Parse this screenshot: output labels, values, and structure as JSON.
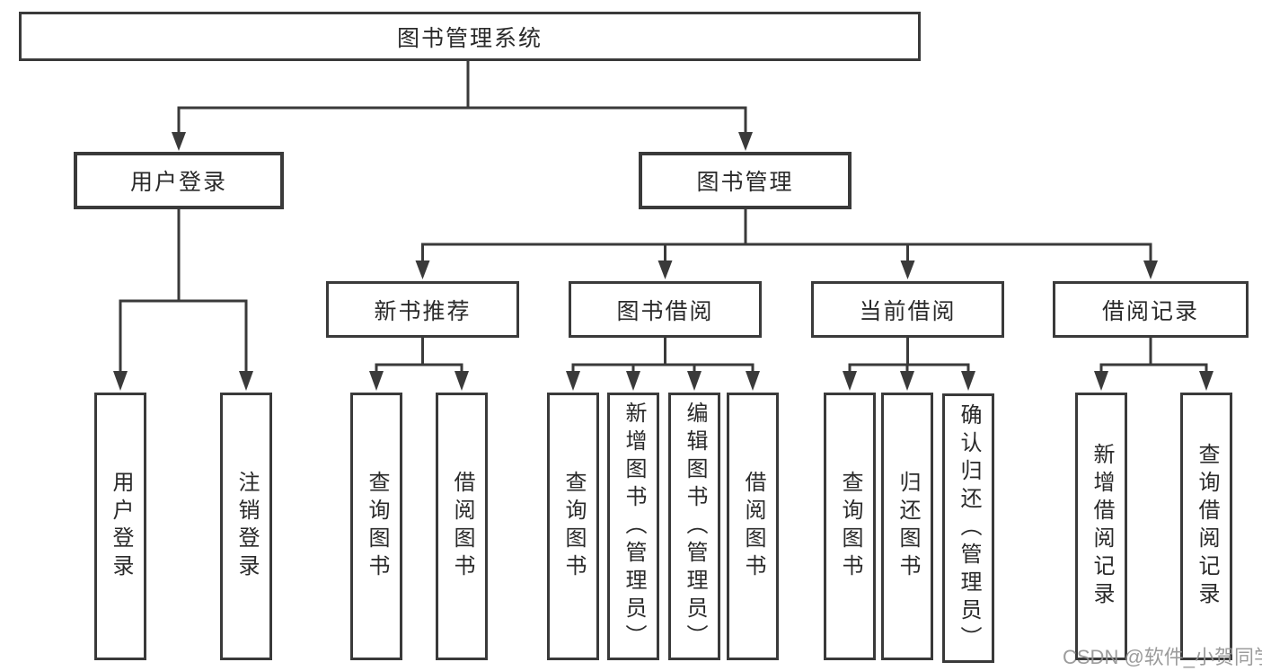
{
  "colors": {
    "line": "#3a3a3a",
    "box_border": "#3a3a3a",
    "text": "#2a2a2a",
    "watermark": "#949494",
    "background": "#ffffff"
  },
  "watermark": {
    "text": "CSDN @软件_小贺同学"
  },
  "tree": {
    "root": {
      "label": "图书管理系统"
    },
    "branches": [
      {
        "label": "用户登录",
        "children": [
          {
            "label": "用户登录"
          },
          {
            "label": "注销登录"
          }
        ]
      },
      {
        "label": "图书管理",
        "children": [
          {
            "label": "新书推荐",
            "children": [
              {
                "label": "查询图书"
              },
              {
                "label": "借阅图书"
              }
            ]
          },
          {
            "label": "图书借阅",
            "children": [
              {
                "label": "查询图书"
              },
              {
                "label": "新增图书（管理员）"
              },
              {
                "label": "编辑图书（管理员）"
              },
              {
                "label": "借阅图书"
              }
            ]
          },
          {
            "label": "当前借阅",
            "children": [
              {
                "label": "查询图书"
              },
              {
                "label": "归还图书"
              },
              {
                "label": "确认归还（管理员）"
              }
            ]
          },
          {
            "label": "借阅记录",
            "children": [
              {
                "label": "新增借阅记录"
              },
              {
                "label": "查询借阅记录"
              }
            ]
          }
        ]
      }
    ]
  }
}
